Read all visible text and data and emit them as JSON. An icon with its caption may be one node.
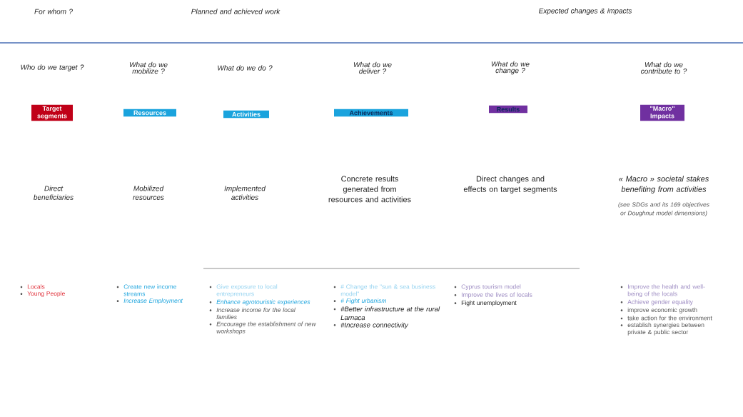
{
  "diagram": {
    "nodes": [
      {
        "text": [
          "Target segments"
        ]
      },
      {
        "text": [
          "Resources"
        ]
      },
      {
        "text": [
          "Activities"
        ]
      },
      {
        "text": [
          "Achievements"
        ]
      },
      {
        "text": [
          "Results"
        ]
      },
      {
        "text": [
          "\"Macro\" Impacts"
        ]
      }
    ],
    "labels": [
      "For whom ?",
      "Planned and achieved work",
      "Expected changes & impacts",
      "Who do we target ?",
      "What do we mobilize ?",
      "What do we do ?",
      "What do we deliver ?",
      "What do we change ?",
      "What do we contribute to ?",
      "Direct beneficiaries",
      "Mobilized resources",
      "Implemented activities",
      "Concrete results generated from resources and activities",
      "Direct changes and effects on target segments",
      "« Macro » societal stakes benefiting from activities",
      "(see SDGs and its 169 objectives or Doughnut model dimensions)",
      "Locals",
      "Young People",
      "Create new income streams",
      "Increase Employment",
      "Give exposure to local entrepreneurs",
      "Enhance agrotouristic experiences",
      "Increase income for the local families",
      "Encourage the establishment of new workshops",
      "# Change the \"sun & sea business model\"",
      "# Fight urbanism",
      "#Better infrastructure at the rural Larnaca",
      "#Increase connectivity",
      "Cyprus tourism model",
      "Improve the lives of locals",
      "Fight unemployment",
      "Improve the health and well-being of the locals",
      "Achieve gender equality",
      "improve economic growth",
      "take action for the environment",
      "establish synergies between private & public sector"
    ]
  }
}
